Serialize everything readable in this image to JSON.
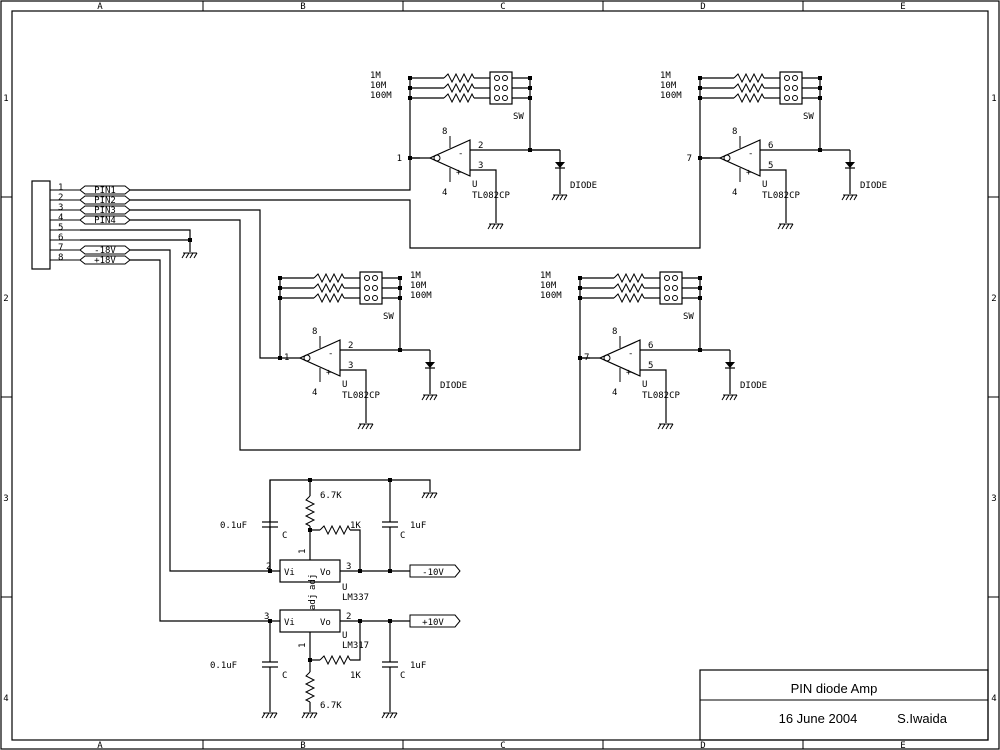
{
  "frame": {
    "col_labels": [
      "A",
      "B",
      "C",
      "D",
      "E"
    ],
    "row_labels": [
      "1",
      "2",
      "3",
      "4"
    ]
  },
  "title_block": {
    "title": "PIN diode Amp",
    "date": "16 June 2004",
    "author": "S.Iwaida"
  },
  "connector": {
    "pins": [
      "1",
      "2",
      "3",
      "4",
      "5",
      "6",
      "7",
      "8"
    ],
    "nets": [
      "PIN1",
      "PIN2",
      "PIN3",
      "PIN4",
      "-18V",
      "+18V"
    ]
  },
  "amp_label": {
    "r1": "1M",
    "r2": "10M",
    "r3": "100M",
    "sw": "SW",
    "diode": "DIODE",
    "chip": "TL082CP",
    "unit": "U",
    "pin8": "8",
    "pin4": "4"
  },
  "amps": [
    {
      "in": "1",
      "minus": "2",
      "plus": "3"
    },
    {
      "in": "7",
      "minus": "6",
      "plus": "5"
    },
    {
      "in": "1",
      "minus": "2",
      "plus": "3"
    },
    {
      "in": "7",
      "minus": "6",
      "plus": "5"
    }
  ],
  "neg_reg": {
    "r_top": "6.7K",
    "r_adj": "1K",
    "c_in": "0.1uF",
    "c_out": "1uF",
    "c_label": "C",
    "chip": "LM337",
    "unit": "U",
    "vi": "Vi",
    "vo": "Vo",
    "adj": "adj",
    "pin_in": "2",
    "pin_out": "3",
    "pin_adj": "1",
    "out_net": "-10V"
  },
  "pos_reg": {
    "r_bottom": "6.7K",
    "r_adj": "1K",
    "c_in": "0.1uF",
    "c_out": "1uF",
    "c_label": "C",
    "chip": "LM317",
    "unit": "U",
    "vi": "Vi",
    "vo": "Vo",
    "adj": "adj",
    "pin_in": "3",
    "pin_out": "2",
    "pin_adj": "1",
    "out_net": "+10V"
  }
}
